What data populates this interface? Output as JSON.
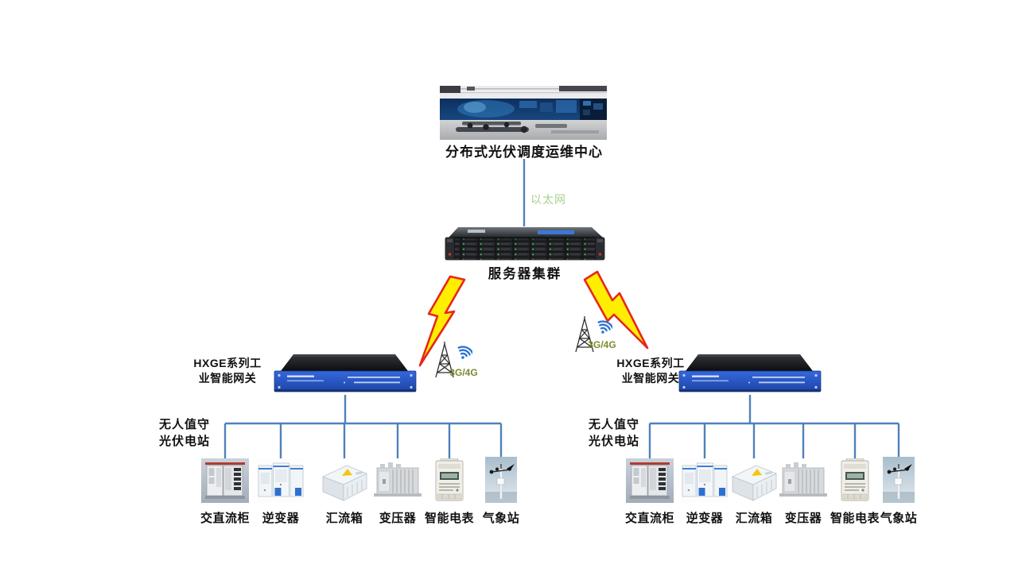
{
  "diagram": {
    "control_center": {
      "label": "分布式光伏调度运维中心"
    },
    "ethernet": {
      "label": "以太网"
    },
    "server": {
      "label": "服务器集群"
    },
    "stations": [
      {
        "side": "left",
        "wireless_label": "3G/4G",
        "gateway_label_lines": [
          "HXGE系列工",
          "业智能网关"
        ],
        "station_label_lines": [
          "无人值守",
          "光伏电站"
        ],
        "devices": [
          {
            "label": "交直流柜"
          },
          {
            "label": "逆变器"
          },
          {
            "label": "汇流箱"
          },
          {
            "label": "变压器"
          },
          {
            "label": "智能电表"
          },
          {
            "label": "气象站"
          }
        ]
      },
      {
        "side": "right",
        "wireless_label": "3G/4G",
        "gateway_label_lines": [
          "HXGE系列工",
          "业智能网关"
        ],
        "station_label_lines": [
          "无人值守",
          "光伏电站"
        ],
        "devices": [
          {
            "label": "交直流柜"
          },
          {
            "label": "逆变器"
          },
          {
            "label": "汇流箱"
          },
          {
            "label": "变压器"
          },
          {
            "label": "智能电表"
          },
          {
            "label": "气象站"
          }
        ]
      }
    ]
  },
  "colors": {
    "line-blue": "#4f81bd",
    "bolt-yellow": "#ffee00",
    "bolt-red": "#e8261c",
    "eth-green": "#a9d18e",
    "cell-olive": "#7c8a2e",
    "wifi-blue": "#2e75d4",
    "gateway-blue": "#2a56c6"
  }
}
